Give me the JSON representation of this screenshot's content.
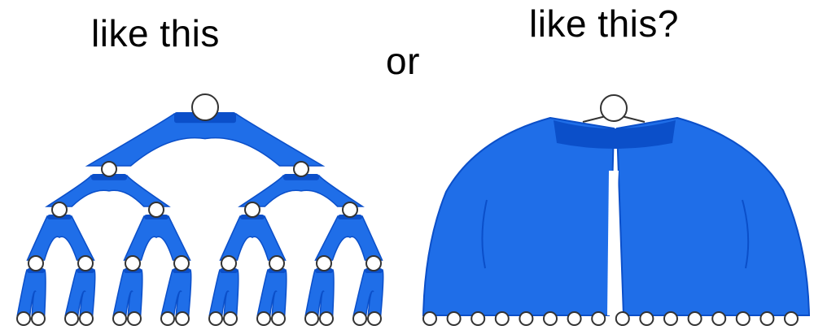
{
  "captions": {
    "left": "like this",
    "middle": "or",
    "right": "like this?"
  },
  "colors": {
    "pants_fill": "#1f6ee8",
    "pants_dark": "#0b4fc9",
    "node_fill": "#ffffff",
    "node_stroke": "#333333"
  },
  "trees": {
    "left": {
      "kind": "binary-tree",
      "levels": 5,
      "leaves": 16
    },
    "right": {
      "kind": "wide-tree",
      "levels": 2,
      "leaves": 16
    }
  }
}
